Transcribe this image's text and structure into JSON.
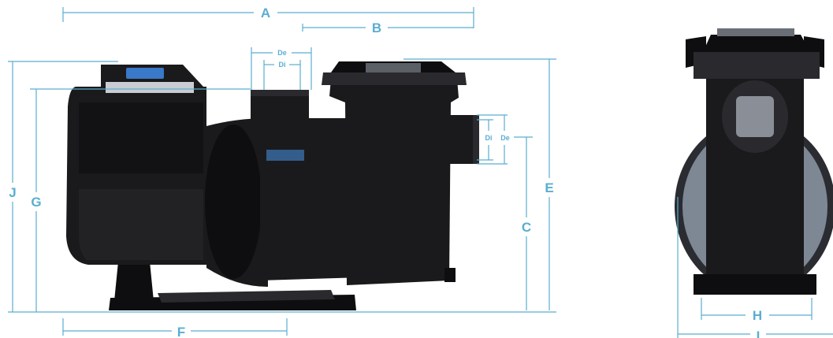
{
  "dimensions": {
    "A": "A",
    "B": "B",
    "C": "C",
    "De_top": "De",
    "Di_top": "Di",
    "Di_side": "Di",
    "De_side": "De",
    "E": "E",
    "F": "F",
    "G": "G",
    "J": "J",
    "H": "H",
    "I": "I"
  },
  "colors": {
    "dimension": "#5aaed0",
    "pump": "#1a1a1c",
    "accent_blue": "#3a78c8"
  }
}
